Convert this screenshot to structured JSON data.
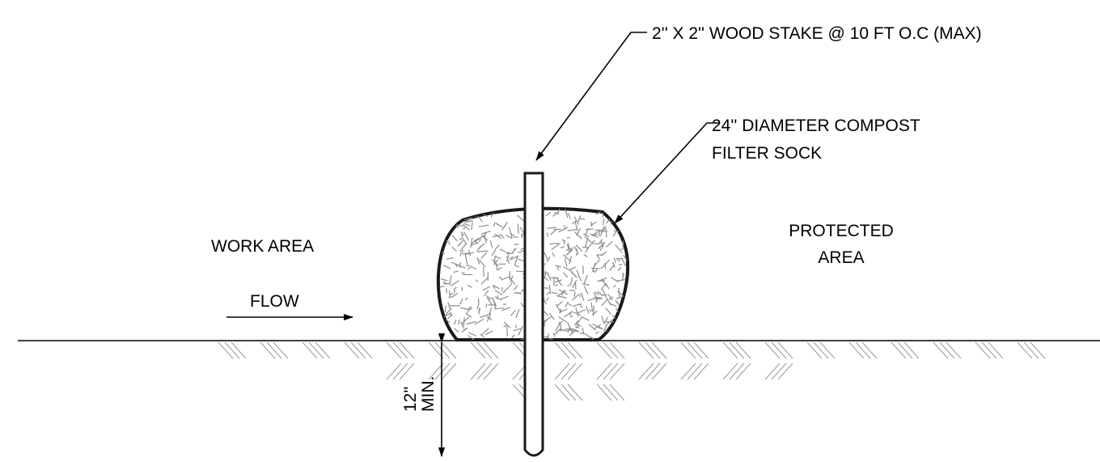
{
  "labels": {
    "stake_note": "2'' X 2'' WOOD STAKE @ 10 FT O.C (MAX)",
    "sock_note_line1": "24'' DIAMETER COMPOST",
    "sock_note_line2": "FILTER SOCK",
    "work_area": "WORK AREA",
    "flow": "FLOW",
    "protected_line1": "PROTECTED",
    "protected_line2": "AREA",
    "depth_line1": "12''",
    "depth_line2": "MIN."
  },
  "colors": {
    "line": "#000000",
    "hatch": "#9a9a9a",
    "fill_speckle": "#8c8c8c"
  }
}
